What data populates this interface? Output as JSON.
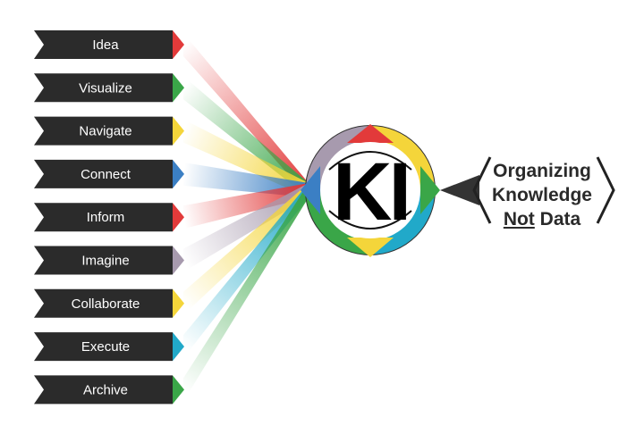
{
  "stages": [
    {
      "label": "Idea",
      "color": "#e23a3a"
    },
    {
      "label": "Visualize",
      "color": "#3aa648"
    },
    {
      "label": "Navigate",
      "color": "#f4d53a"
    },
    {
      "label": "Connect",
      "color": "#3b7fc4"
    },
    {
      "label": "Inform",
      "color": "#e23a3a"
    },
    {
      "label": "Imagine",
      "color": "#a79aae"
    },
    {
      "label": "Collaborate",
      "color": "#f4d53a"
    },
    {
      "label": "Execute",
      "color": "#21a9c9"
    },
    {
      "label": "Archive",
      "color": "#3aa648"
    }
  ],
  "logo": {
    "text": "KI"
  },
  "tagline": {
    "line1": "Organizing",
    "line2": "Knowledge",
    "line3_underlined": "Not",
    "line3_rest": " Data"
  },
  "colors": {
    "label_bg": "#2b2b2b",
    "label_text": "#ffffff",
    "red": "#e23a3a",
    "green": "#3aa648",
    "yellow": "#f4d53a",
    "blue": "#3b7fc4",
    "purple": "#a79aae",
    "cyan": "#21a9c9"
  }
}
